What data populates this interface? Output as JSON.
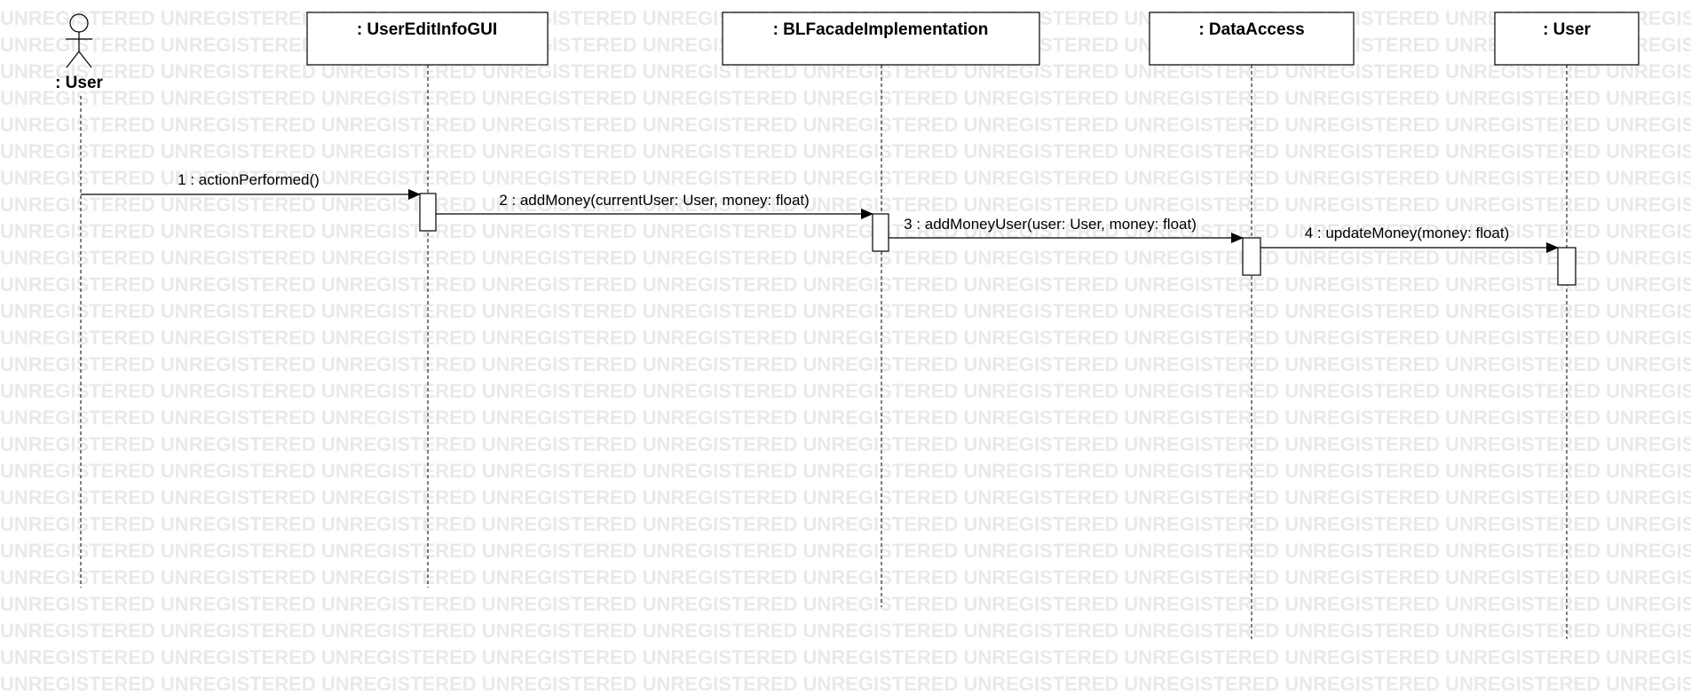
{
  "watermark_text": "UNREGISTERED",
  "actor": {
    "label": ": User"
  },
  "lifelines": [
    {
      "id": "gui",
      "label": ": UserEditInfoGUI"
    },
    {
      "id": "bl",
      "label": ": BLFacadeImplementation"
    },
    {
      "id": "da",
      "label": ": DataAccess"
    },
    {
      "id": "user",
      "label": ": User"
    }
  ],
  "messages": [
    {
      "label": "1 : actionPerformed()"
    },
    {
      "label": "2 : addMoney(currentUser: User, money: float)"
    },
    {
      "label": "3 : addMoneyUser(user: User, money: float)"
    },
    {
      "label": "4 : updateMoney(money: float)"
    }
  ]
}
